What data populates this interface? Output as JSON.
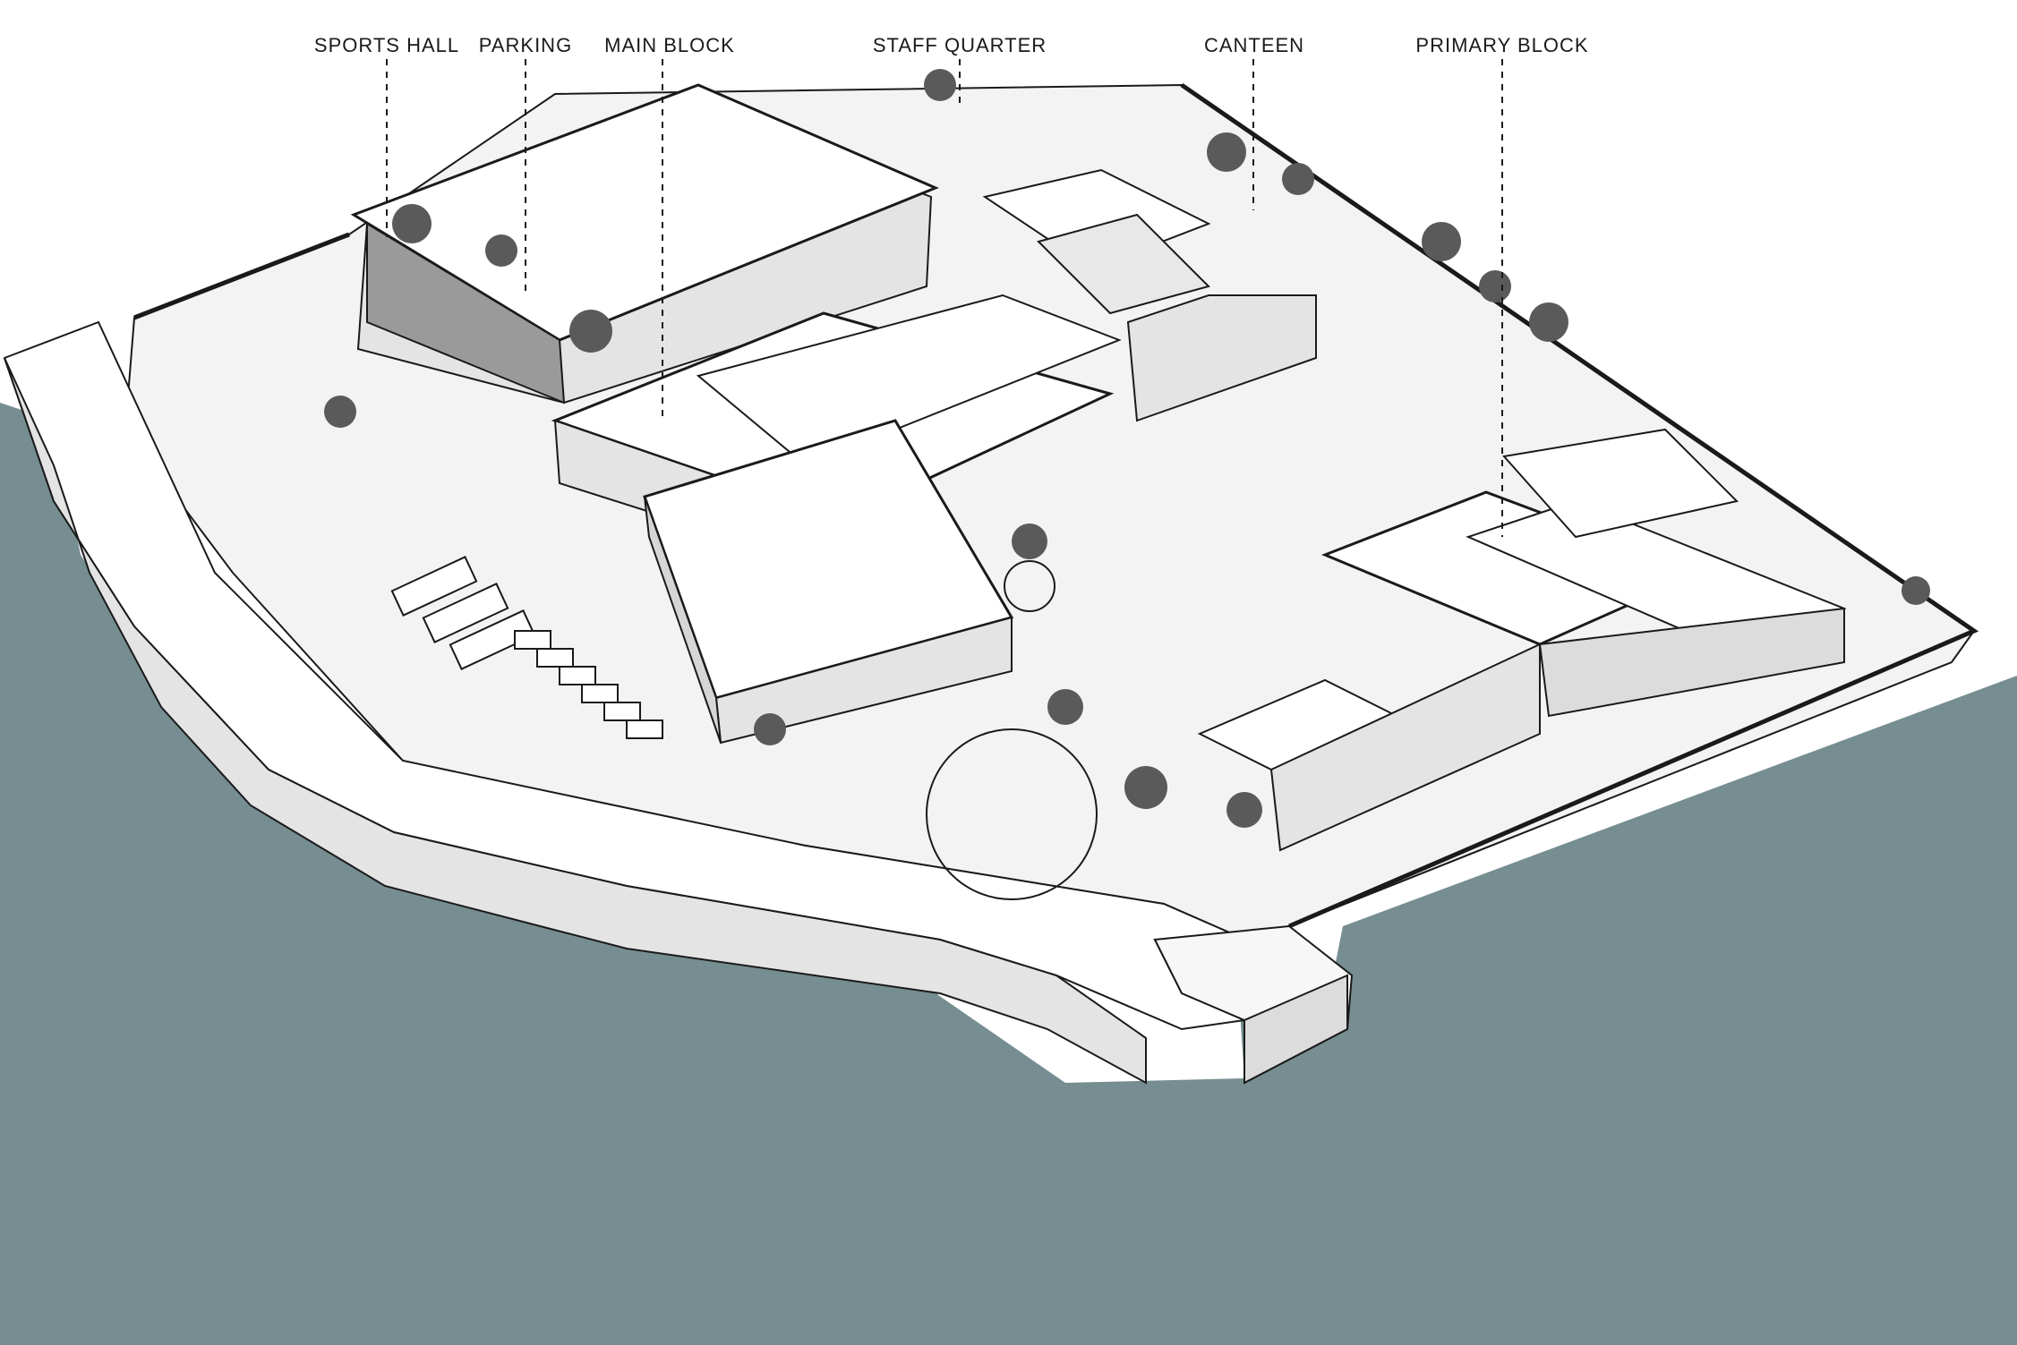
{
  "diagram": {
    "labels": [
      {
        "id": "sports-hall",
        "text": "SPORTS HALL"
      },
      {
        "id": "parking",
        "text": "PARKING"
      },
      {
        "id": "main-block",
        "text": "MAIN BLOCK"
      },
      {
        "id": "staff-quarter",
        "text": "STAFF QUARTER"
      },
      {
        "id": "canteen",
        "text": "CANTEEN"
      },
      {
        "id": "primary-block",
        "text": "PRIMARY BLOCK"
      }
    ]
  },
  "colors": {
    "background": "#ffffff",
    "water": "#768d91",
    "ground": "#f3f3f3",
    "building": "#ffffff",
    "wall": "#e4e4e4",
    "line": "#1a1a1a",
    "tree": "#5a5a5a"
  }
}
